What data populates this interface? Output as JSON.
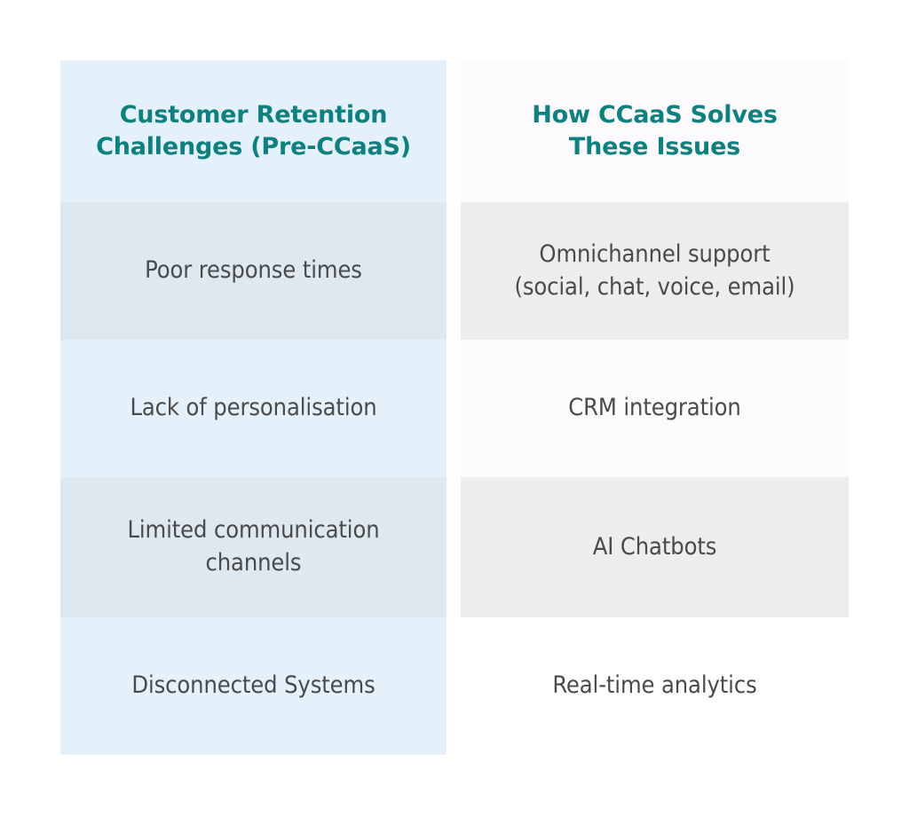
{
  "theme": {
    "page_background": "#ffffff",
    "heading_color": "#0d8080",
    "body_text_color": "#4a4a4a",
    "left_header_bg": "#e4f1fb",
    "left_row_dark_bg": "#dde8f0",
    "left_row_light_bg": "#e4f1fb",
    "right_header_bg": "#fcfafd",
    "right_row_dark_bg": "#eeecef",
    "right_row_light_bg": "#fcfafd"
  },
  "table": {
    "columns": [
      {
        "id": "challenges",
        "header": "Customer Retention\nChallenges (Pre-CCaaS)",
        "cells": [
          "Poor response times",
          "Lack of personalisation",
          "Limited communication\nchannels",
          "Disconnected Systems"
        ]
      },
      {
        "id": "solutions",
        "header": "How  CCaaS Solves\nThese Issues",
        "cells": [
          "Omnichannel support\n(social, chat, voice, email)",
          "CRM integration",
          "AI Chatbots",
          "Real-time analytics"
        ]
      }
    ]
  }
}
